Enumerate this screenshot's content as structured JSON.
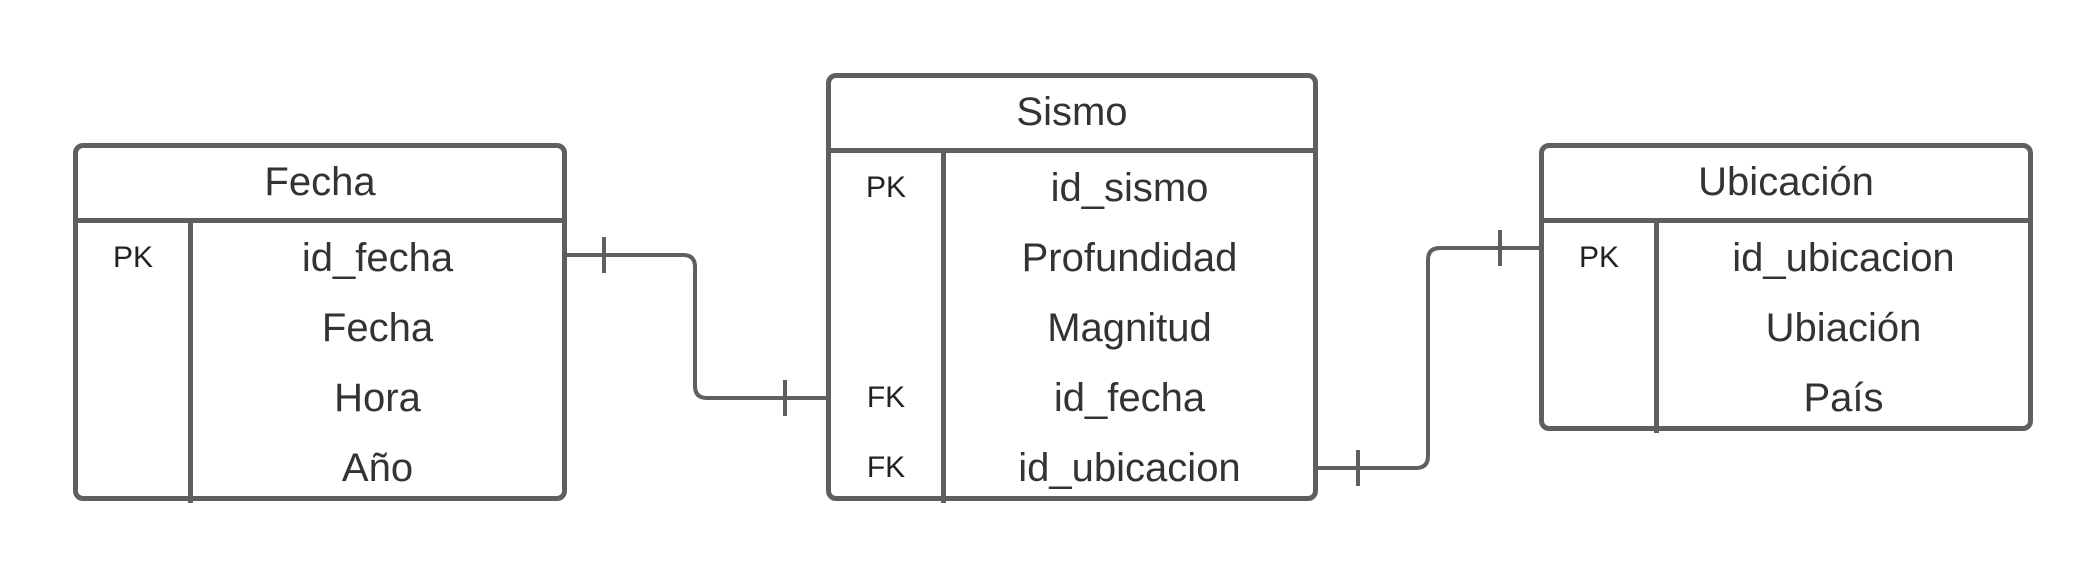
{
  "entities": {
    "fecha": {
      "title": "Fecha",
      "rows": [
        {
          "key": "PK",
          "name": "id_fecha"
        },
        {
          "key": "",
          "name": "Fecha"
        },
        {
          "key": "",
          "name": "Hora"
        },
        {
          "key": "",
          "name": "Año"
        }
      ]
    },
    "sismo": {
      "title": "Sismo",
      "rows": [
        {
          "key": "PK",
          "name": "id_sismo"
        },
        {
          "key": "",
          "name": "Profundidad"
        },
        {
          "key": "",
          "name": "Magnitud"
        },
        {
          "key": "FK",
          "name": "id_fecha"
        },
        {
          "key": "FK",
          "name": "id_ubicacion"
        }
      ]
    },
    "ubicacion": {
      "title": "Ubicación",
      "rows": [
        {
          "key": "PK",
          "name": "id_ubicacion"
        },
        {
          "key": "",
          "name": "Ubiación"
        },
        {
          "key": "",
          "name": "País"
        }
      ]
    }
  },
  "relationships": [
    {
      "from": "Fecha.id_fecha",
      "to": "Sismo.id_fecha",
      "cardinality": "one-to-one"
    },
    {
      "from": "Sismo.id_ubicacion",
      "to": "Ubicación.id_ubicacion",
      "cardinality": "one-to-one"
    }
  ],
  "colors": {
    "line": "#5f5f5f",
    "text": "#333333",
    "background": "#ffffff"
  }
}
